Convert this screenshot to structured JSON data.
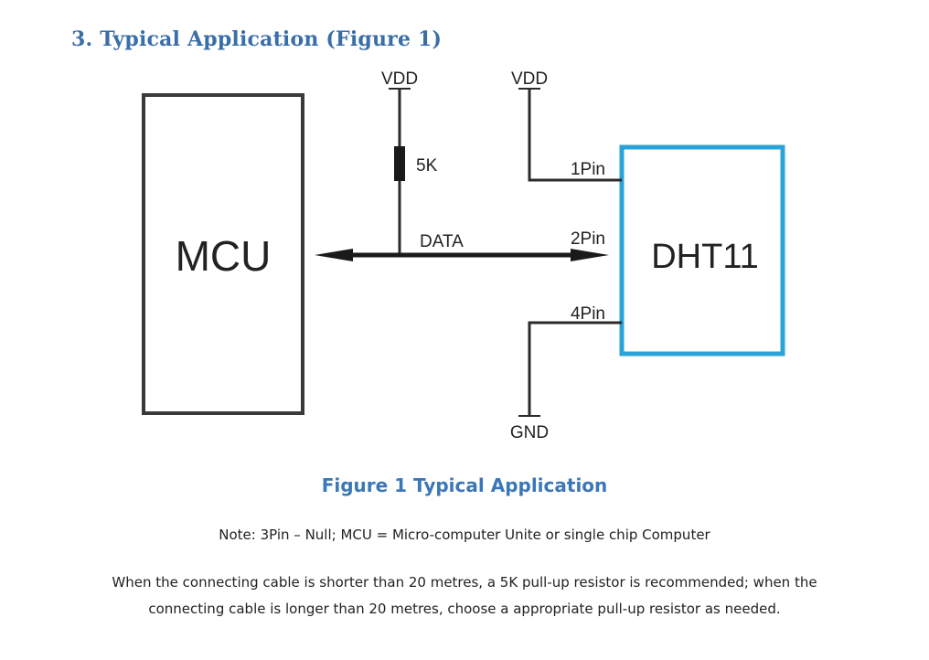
{
  "section_heading": "3. Typical Application (Figure 1)",
  "diagram": {
    "mcu_label": "MCU",
    "sensor_label": "DHT11",
    "vdd_left": "VDD",
    "vdd_right": "VDD",
    "resistor_label": "5K",
    "data_label": "DATA",
    "pin1_label": "1Pin",
    "pin2_label": "2Pin",
    "pin4_label": "4Pin",
    "gnd_label": "GND",
    "sensor_color": "#2aa3d9",
    "line_color": "#2b2b2b"
  },
  "caption": "Figure 1 Typical Application",
  "note": "Note: 3Pin – Null; MCU = Micro-computer Unite or single chip Computer",
  "paragraph": "When the connecting cable is shorter than 20 metres, a 5K pull-up resistor is recommended; when the connecting cable is longer than 20 metres, choose a appropriate pull-up resistor as needed."
}
